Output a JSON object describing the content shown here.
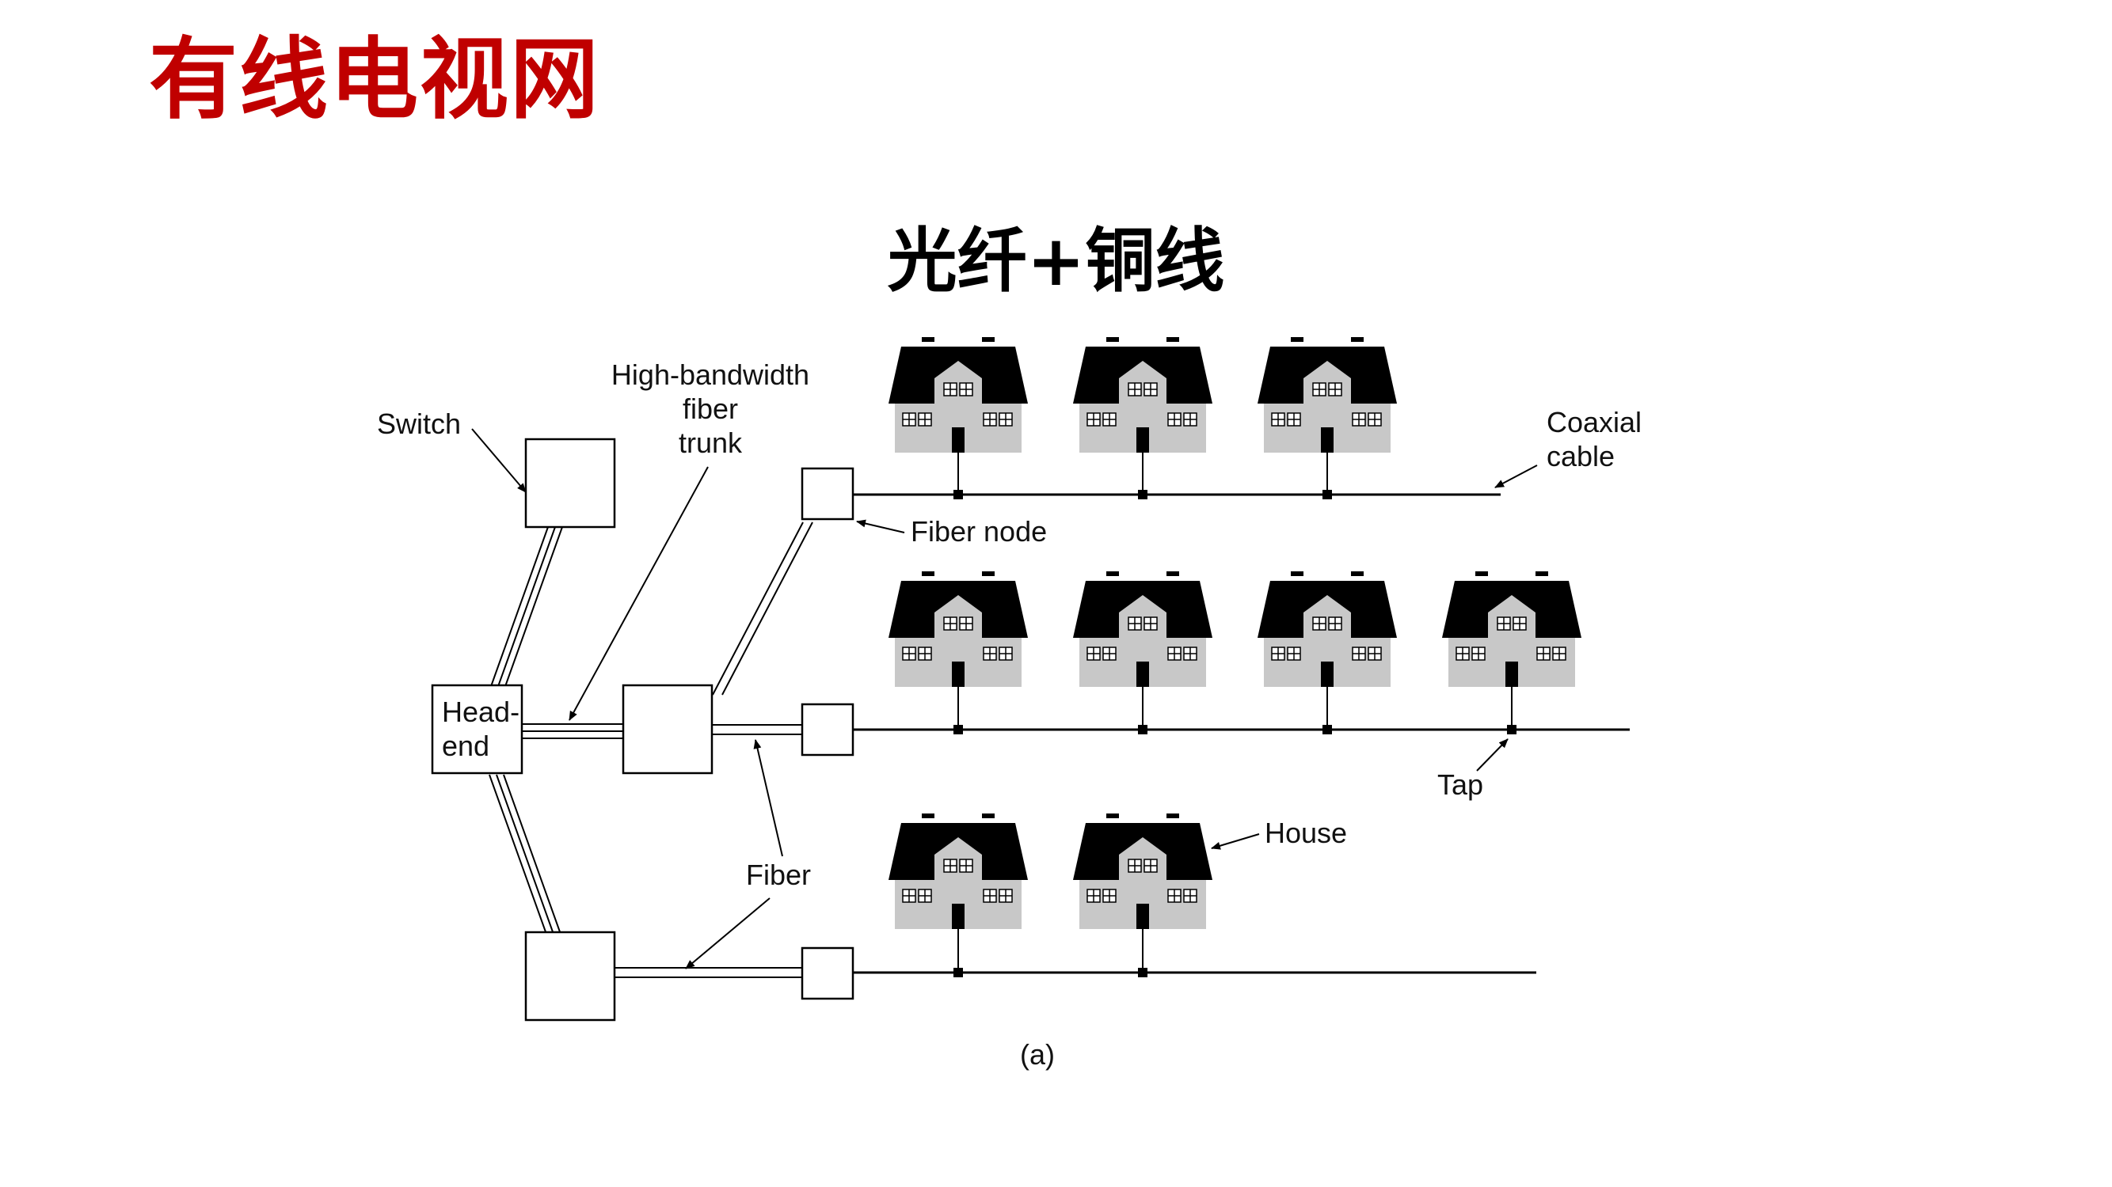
{
  "slide": {
    "title": "有线电视网",
    "subtitle": "光纤+铜线",
    "title_color": "#c00000"
  },
  "diagram": {
    "labels": {
      "switch": "Switch",
      "trunk": [
        "High-bandwidth",
        "fiber",
        "trunk"
      ],
      "coaxial": [
        "Coaxial",
        "cable"
      ],
      "fiber_node": "Fiber node",
      "headend": [
        "Head-",
        "end"
      ],
      "tap": "Tap",
      "house": "House",
      "fiber": "Fiber",
      "caption": "(a)"
    },
    "rows": [
      {
        "houses": 3
      },
      {
        "houses": 4
      },
      {
        "houses": 2
      }
    ]
  }
}
